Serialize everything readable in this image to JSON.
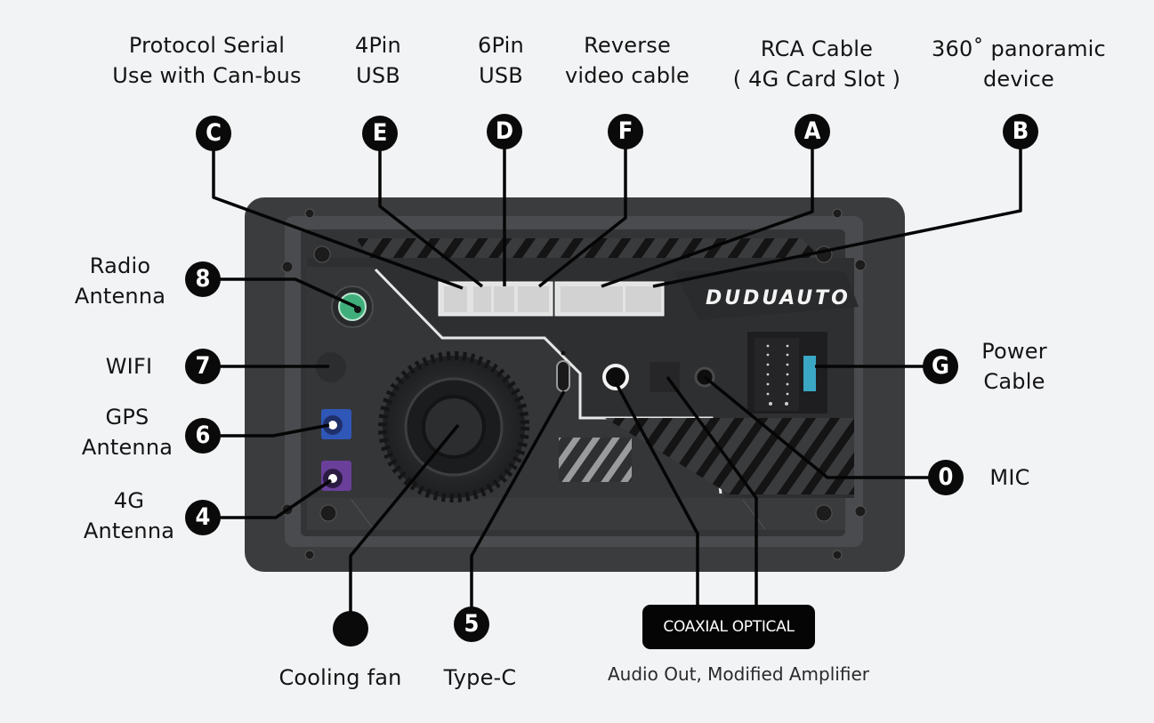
{
  "diagram": {
    "title": "Car head unit rear connector layout",
    "brand": "DUDUAUTO",
    "colors": {
      "background": "#f2f3f5",
      "panel": "#3b3c3e",
      "panel_dark": "#2a2b2d",
      "badge": "#0a0a0a",
      "connector_white": "#e6e6e6",
      "radio_antenna": "#3fae7a",
      "gps_antenna": "#2f57b8",
      "lte_antenna": "#6a3f9a",
      "power_latch": "#3aa7c4"
    },
    "callouts": [
      {
        "badge": "C",
        "label": "Protocol Serial\nUse with Can-bus"
      },
      {
        "badge": "E",
        "label": "4Pin\nUSB"
      },
      {
        "badge": "D",
        "label": "6Pin\nUSB"
      },
      {
        "badge": "F",
        "label": "Reverse\nvideo cable"
      },
      {
        "badge": "A",
        "label": "RCA Cable\n( 4G Card Slot )"
      },
      {
        "badge": "B",
        "label": "360˚ panoramic\ndevice"
      },
      {
        "badge": "8",
        "label": "Radio\nAntenna"
      },
      {
        "badge": "7",
        "label": "WIFI"
      },
      {
        "badge": "6",
        "label": "GPS\nAntenna"
      },
      {
        "badge": "4",
        "label": "4G\nAntenna"
      },
      {
        "badge": "G",
        "label": "Power\nCable"
      },
      {
        "badge": "0",
        "label": "MIC"
      },
      {
        "badge": "",
        "label": "Cooling fan"
      },
      {
        "badge": "5",
        "label": "Type-C"
      }
    ],
    "audio": {
      "box_label": "COAXIAL  OPTICAL",
      "caption": "Audio Out, Modified Amplifier"
    }
  }
}
